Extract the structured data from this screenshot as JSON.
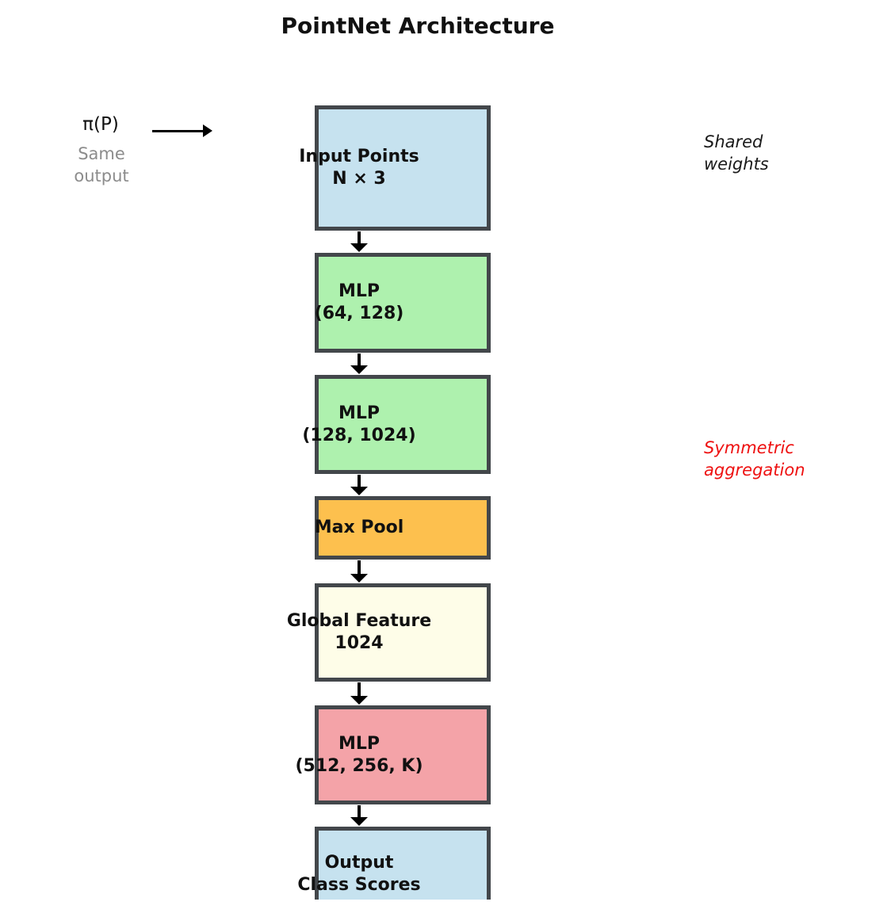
{
  "title": "PointNet Architecture",
  "colors": {
    "box_border": "#43474b",
    "input_output_fill": "#c6e2ef",
    "mlp_fill": "#aef1ae",
    "maxpool_fill": "#fdc04e",
    "global_feature_fill": "#fefde8",
    "classifier_fill": "#f4a3a8",
    "arrow": "#000000",
    "shared_weights_text": "#1a1a1a",
    "symmetric_aggregation_text": "#ee1111",
    "muted_note_text": "#8c8c8c"
  },
  "left_annotation": {
    "formula": "π(P)",
    "note": [
      "Same",
      "output"
    ]
  },
  "right_annotations": {
    "shared_weights": [
      "Shared",
      "weights"
    ],
    "symmetric_aggregation": [
      "Symmetric",
      "aggregation"
    ]
  },
  "diagram": {
    "nodes": [
      {
        "id": "input-points",
        "line1": "Input Points",
        "line2": "N × 3"
      },
      {
        "id": "mlp-1",
        "line1": "MLP",
        "line2": "(64, 128)"
      },
      {
        "id": "mlp-2",
        "line1": "MLP",
        "line2": "(128, 1024)"
      },
      {
        "id": "max-pool",
        "line1": "Max Pool"
      },
      {
        "id": "global-feature",
        "line1": "Global Feature",
        "line2": "1024"
      },
      {
        "id": "mlp-classifier",
        "line1": "MLP",
        "line2": "(512, 256, K)"
      },
      {
        "id": "output",
        "line1": "Output",
        "line2": "Class Scores"
      }
    ]
  }
}
